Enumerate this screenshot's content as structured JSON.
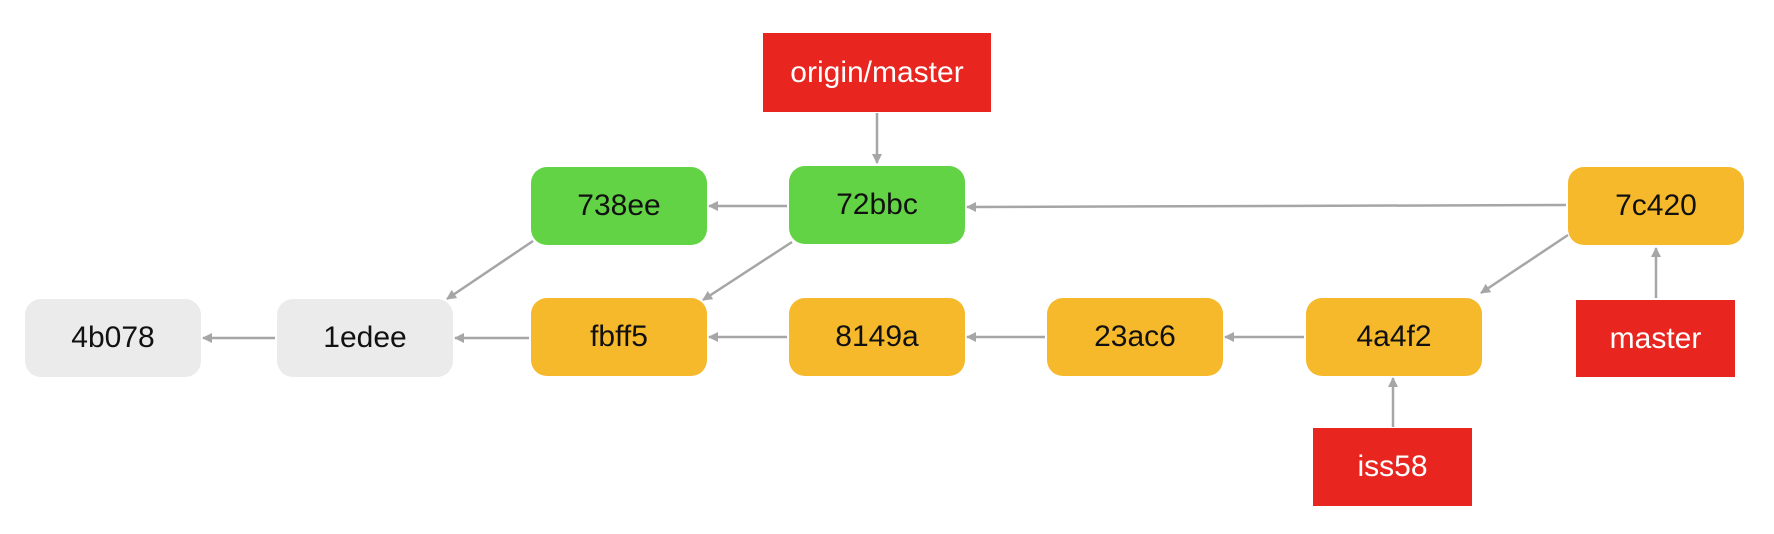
{
  "commits": {
    "c4b078": "4b078",
    "c1edee": "1edee",
    "cfbff5": "fbff5",
    "c8149a": "8149a",
    "c23ac6": "23ac6",
    "c4a4f2": "4a4f2",
    "c738ee": "738ee",
    "c72bbc": "72bbc",
    "c7c420": "7c420"
  },
  "refs": {
    "origin_master": "origin/master",
    "master": "master",
    "iss58": "iss58"
  },
  "colors": {
    "gray": "#ebebeb",
    "green": "#63d346",
    "orange": "#f6b92b",
    "ref_red": "#e8261f",
    "arrow": "#a6a6a6"
  }
}
